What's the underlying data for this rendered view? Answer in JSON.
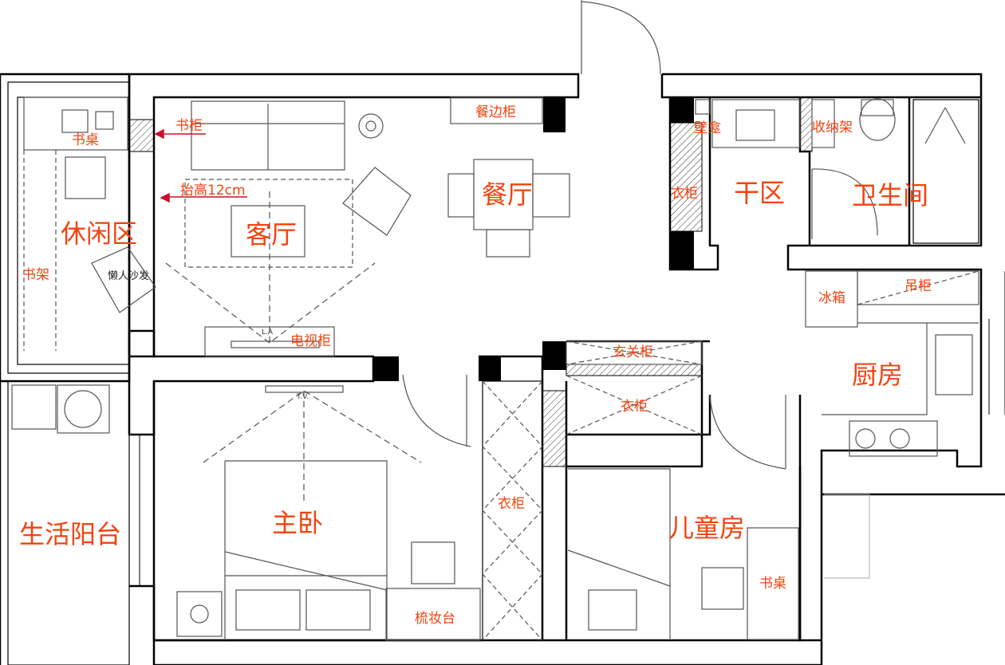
{
  "rooms": {
    "leisure": "休闲区",
    "living": "客厅",
    "dining": "餐厅",
    "dry_area": "干区",
    "bathroom": "卫生间",
    "kitchen": "厨房",
    "master_bedroom": "主卧",
    "kids_room": "儿童房",
    "balcony": "生活阳台"
  },
  "furniture": {
    "bookcase": "书柜",
    "desk_leisure": "书桌",
    "raised": "抬高12cm",
    "bookshelf": "书架",
    "beanbag": "懒人沙发",
    "sideboard": "餐边柜",
    "tv_cabinet": "电视柜",
    "niche": "壁龛",
    "storage_rack": "收纳架",
    "wardrobe_entry": "衣柜",
    "fridge": "冰箱",
    "wall_cabinet": "吊柜",
    "entry_cabinet": "玄关柜",
    "wardrobe_kids": "衣柜",
    "wardrobe_master": "衣柜",
    "desk_kids": "书桌",
    "dresser": "梳妆台",
    "tv_mark_living": "L.A",
    "tv_mark_master": "T.V."
  },
  "colors": {
    "label": "#f2430f",
    "wall": "#000000",
    "line": "#555555"
  }
}
